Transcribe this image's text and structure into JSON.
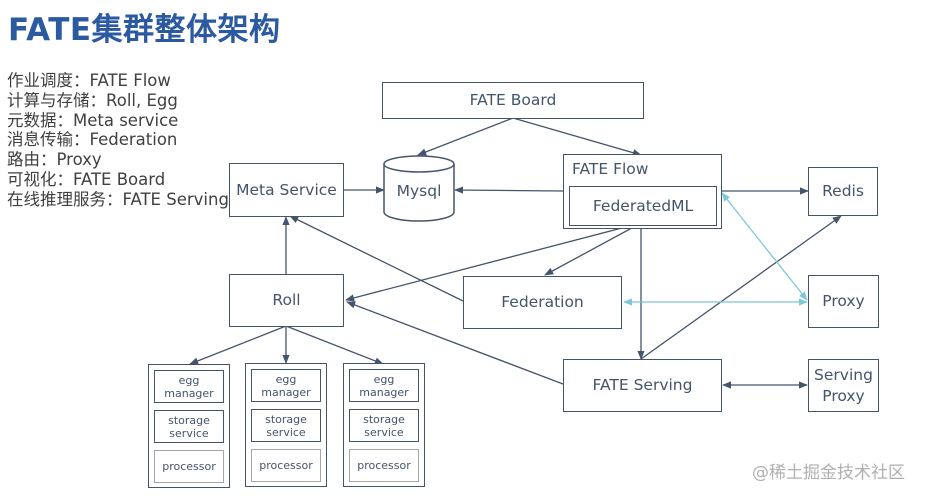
{
  "title": "FATE集群整体架构",
  "legend": [
    "作业调度：FATE Flow",
    "计算与存储：Roll, Egg",
    "元数据：Meta service",
    "消息传输：Federation",
    "路由：Proxy",
    "可视化：FATE Board",
    "在线推理服务：FATE Serving"
  ],
  "nodes": {
    "fate_board": "FATE Board",
    "mysql": "Mysql",
    "meta_service": "Meta Service",
    "fate_flow": "FATE Flow",
    "federated_ml": "FederatedML",
    "redis": "Redis",
    "roll": "Roll",
    "federation": "Federation",
    "proxy": "Proxy",
    "fate_serving": "FATE Serving",
    "serving_proxy": "Serving Proxy"
  },
  "eggs": [
    {
      "manager": "egg manager",
      "storage": "storage service",
      "processor": "processor"
    },
    {
      "manager": "egg manager",
      "storage": "storage service",
      "processor": "processor"
    },
    {
      "manager": "egg manager",
      "storage": "storage service",
      "processor": "processor"
    }
  ],
  "edges": [
    {
      "from": "FATE Board",
      "to": "Mysql",
      "style": "dark"
    },
    {
      "from": "FATE Board",
      "to": "FATE Flow",
      "style": "dark"
    },
    {
      "from": "Meta Service",
      "to": "Mysql",
      "style": "dark"
    },
    {
      "from": "FATE Flow",
      "to": "Mysql",
      "style": "dark"
    },
    {
      "from": "FATE Flow",
      "to": "Redis",
      "style": "dark"
    },
    {
      "from": "FederatedML",
      "to": "Roll",
      "style": "dark"
    },
    {
      "from": "FederatedML",
      "to": "Federation",
      "style": "dark"
    },
    {
      "from": "FATE Flow",
      "to": "FATE Serving",
      "style": "dark"
    },
    {
      "from": "Roll",
      "to": "Meta Service",
      "style": "dark"
    },
    {
      "from": "Federation",
      "to": "Meta Service",
      "style": "dark"
    },
    {
      "from": "FATE Serving",
      "to": "Roll",
      "style": "dark"
    },
    {
      "from": "FATE Serving",
      "to": "Redis",
      "style": "dark"
    },
    {
      "from": "Roll",
      "to": "Egg 1",
      "style": "dark"
    },
    {
      "from": "Roll",
      "to": "Egg 2",
      "style": "dark"
    },
    {
      "from": "Roll",
      "to": "Egg 3",
      "style": "dark"
    },
    {
      "from": "FATE Serving",
      "to": "Serving Proxy",
      "style": "dark",
      "bidirectional": true
    },
    {
      "from": "Proxy",
      "to": "Federation",
      "style": "light",
      "bidirectional": true
    },
    {
      "from": "Proxy",
      "to": "FederatedML",
      "style": "light",
      "bidirectional": true
    }
  ],
  "colors": {
    "title": "#2c5aa0",
    "box_border": "#44546a",
    "text": "#44546a",
    "light_edge": "#7ec8d8",
    "watermark": "#b0b0b0"
  },
  "watermark": "@稀土掘金技术社区"
}
